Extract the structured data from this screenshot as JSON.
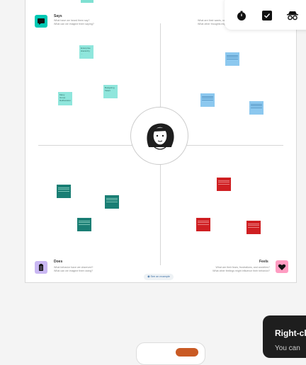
{
  "colors": {
    "aqua": "#8fe6dc",
    "sky": "#8cc8ef",
    "teal": "#1a7e74",
    "red": "#cf1f22",
    "says_badge": "#00c9b4",
    "does_badge": "#c9b7f2",
    "feels_badge": "#ff9dc2"
  },
  "quadrants": {
    "says": {
      "title": "Says",
      "sub1": "What have we heard them say?",
      "sub2": "What can we imagine them saying?",
      "icon": "speech-bubble-icon"
    },
    "thinks": {
      "title": "Thinks",
      "sub1": "What are their wants, needs, hopes, and dreams?",
      "sub2": "What other thoughts might influence their behavior?"
    },
    "does": {
      "title": "Does",
      "sub1": "What behavior have we observed?",
      "sub2": "What can we imagine them doing?",
      "icon": "clipboard-icon"
    },
    "feels": {
      "title": "Feels",
      "sub1": "What are their fears, frustrations, and anxieties?",
      "sub2": "What other feelings might influence their behavior?",
      "icon": "heart-icon"
    }
  },
  "stickies": {
    "says_1": "Enterprise Hierarchy ...",
    "says_2": "Many Group Deliberation",
    "says_3": "Budgeting Talent"
  },
  "center_icon": "persona-avatar-icon",
  "example_pill": "See an example",
  "toolbar": {
    "timer_icon": "timer-icon",
    "checkbox_icon": "checkbox-icon",
    "incognito_icon": "incognito-icon"
  },
  "hint": {
    "title": "Right-click",
    "body": "You can"
  }
}
